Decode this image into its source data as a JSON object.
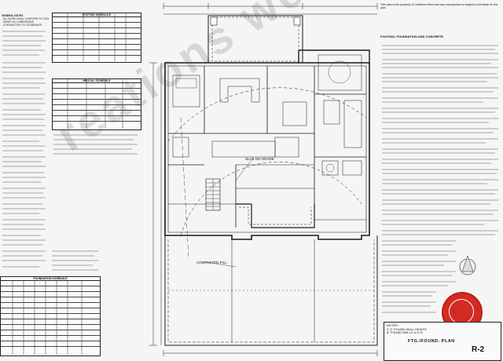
{
  "sheet": {
    "title": "FTG./FOUND. PLAN",
    "sheet_number": "R-2",
    "watermark": "reations west",
    "header_note": "This plan is the property of Creations West and any reproduction is subject to the lease for the plan.",
    "spec_title": "FOOTING, FOUNDATION AND CONCRETE",
    "note_box_line1": "NOTES:",
    "note_box_line2": "2'-0\" FOUND WALL HEIGHT",
    "note_box_line3": "8\" FOUND WALLS U.O.S."
  },
  "plan_labels": {
    "slab_on_grade": "SLAB ON GRADE",
    "compacted_fill": "COMPACTED FILL"
  },
  "tables": {
    "footing_schedule": "FOOTING SCHEDULE",
    "helical_schedule": "HELICAL SCHEDULE",
    "foundation_schedule": "FOUNDATION SCHEDULE"
  },
  "colors": {
    "line": "#1a1a1a",
    "paper": "#f5f5f3",
    "stamp_red": "#d42a24",
    "watermark": "#505050"
  }
}
